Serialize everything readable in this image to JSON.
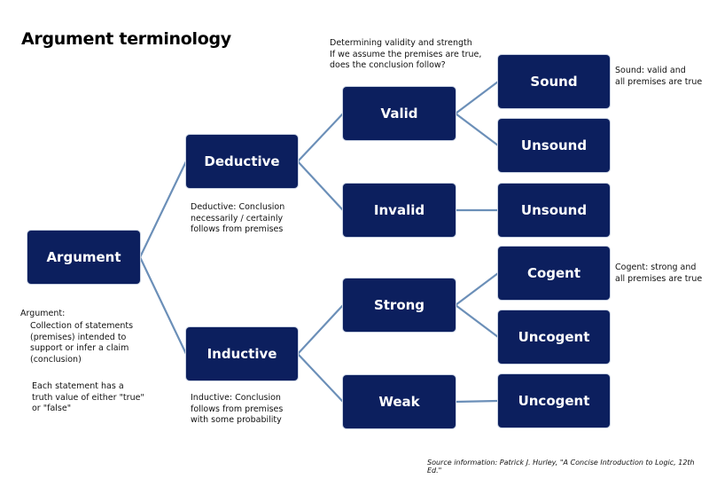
{
  "title": "Argument terminology",
  "header_note": "Determining validity and strength\nIf we assume the premises are true,\ndoes the conclusion follow?",
  "nodes": {
    "argument": "Argument",
    "deductive": "Deductive",
    "inductive": "Inductive",
    "valid": "Valid",
    "invalid": "Invalid",
    "strong": "Strong",
    "weak": "Weak",
    "sound": "Sound",
    "unsound_valid": "Unsound",
    "unsound_invalid": "Unsound",
    "cogent": "Cogent",
    "uncogent_strong": "Uncogent",
    "uncogent_weak": "Uncogent"
  },
  "notes": {
    "argument_label": "Argument:",
    "argument_def": "Collection of statements\n(premises) intended to\nsupport or infer a claim\n(conclusion)",
    "argument_truth": "Each statement has a\ntruth value of either \"true\"\nor \"false\"",
    "deductive": "Deductive: Conclusion\nnecessarily / certainly\nfollows from premises",
    "inductive": "Inductive: Conclusion\nfollows from premises\nwith some probability",
    "sound": "Sound: valid and\nall premises are true",
    "cogent": "Cogent: strong and\nall premises are true"
  },
  "source": "Source information: Patrick J. Hurley, \"A Concise Introduction to Logic, 12th Ed.\"",
  "colors": {
    "node_fill": "#0c1f5e",
    "connector": "#6b8fb8"
  },
  "edges": [
    [
      "argument",
      "deductive"
    ],
    [
      "argument",
      "inductive"
    ],
    [
      "deductive",
      "valid"
    ],
    [
      "deductive",
      "invalid"
    ],
    [
      "inductive",
      "strong"
    ],
    [
      "inductive",
      "weak"
    ],
    [
      "valid",
      "sound"
    ],
    [
      "valid",
      "unsound_valid"
    ],
    [
      "invalid",
      "unsound_invalid"
    ],
    [
      "strong",
      "cogent"
    ],
    [
      "strong",
      "uncogent_strong"
    ],
    [
      "weak",
      "uncogent_weak"
    ]
  ]
}
